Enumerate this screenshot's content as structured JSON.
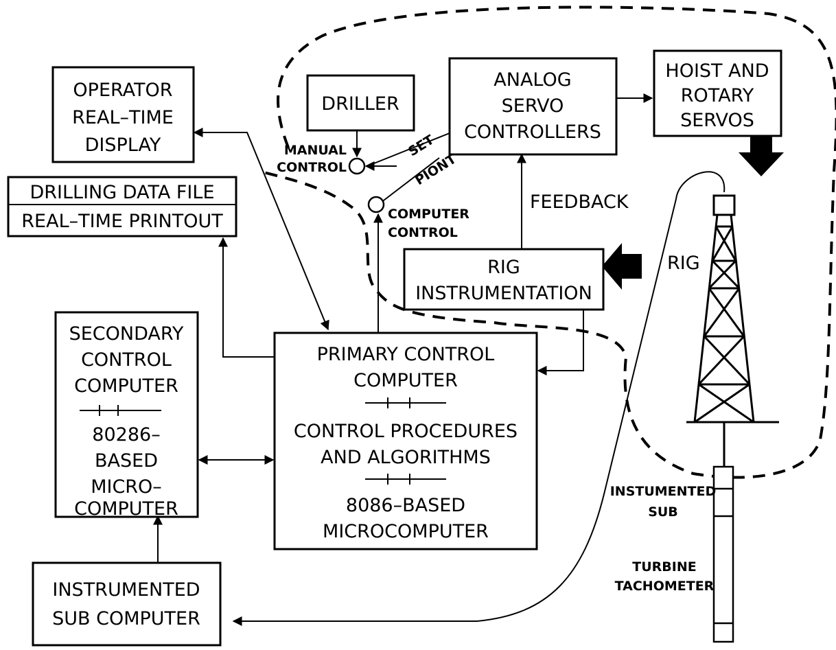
{
  "boxes": {
    "operator_display": [
      "OPERATOR",
      "REAL–TIME",
      "DISPLAY"
    ],
    "driller": "DRILLER",
    "analog_servo": [
      "ANALOG",
      "SERVO",
      "CONTROLLERS"
    ],
    "hoist_rotary": [
      "HOIST AND",
      "ROTARY",
      "SERVOS"
    ],
    "drilling_data_file": "DRILLING DATA FILE",
    "realtime_printout": "REAL–TIME PRINTOUT",
    "rig_instrumentation": [
      "RIG",
      "INSTRUMENTATION"
    ],
    "secondary_computer": [
      "SECONDARY",
      "CONTROL",
      "COMPUTER",
      "80286–",
      "BASED",
      "MICRO–",
      "COMPUTER"
    ],
    "primary_computer": [
      "PRIMARY CONTROL",
      "COMPUTER",
      "CONTROL PROCEDURES",
      "AND ALGORITHMS",
      "8086–BASED",
      "MICROCOMPUTER"
    ],
    "instrumented_sub_computer": [
      "INSTRUMENTED",
      "SUB COMPUTER"
    ]
  },
  "labels": {
    "manual_control": [
      "MANUAL",
      "CONTROL"
    ],
    "computer_control": [
      "COMPUTER",
      "CONTROL"
    ],
    "set": "SET",
    "piont": "PIONT",
    "feedback": "FEEDBACK",
    "rig": "RIG",
    "instumented_sub": [
      "INSTUMENTED",
      "SUB"
    ],
    "turbine_tachometer": [
      "TURBINE",
      "TACHOMETER"
    ]
  }
}
